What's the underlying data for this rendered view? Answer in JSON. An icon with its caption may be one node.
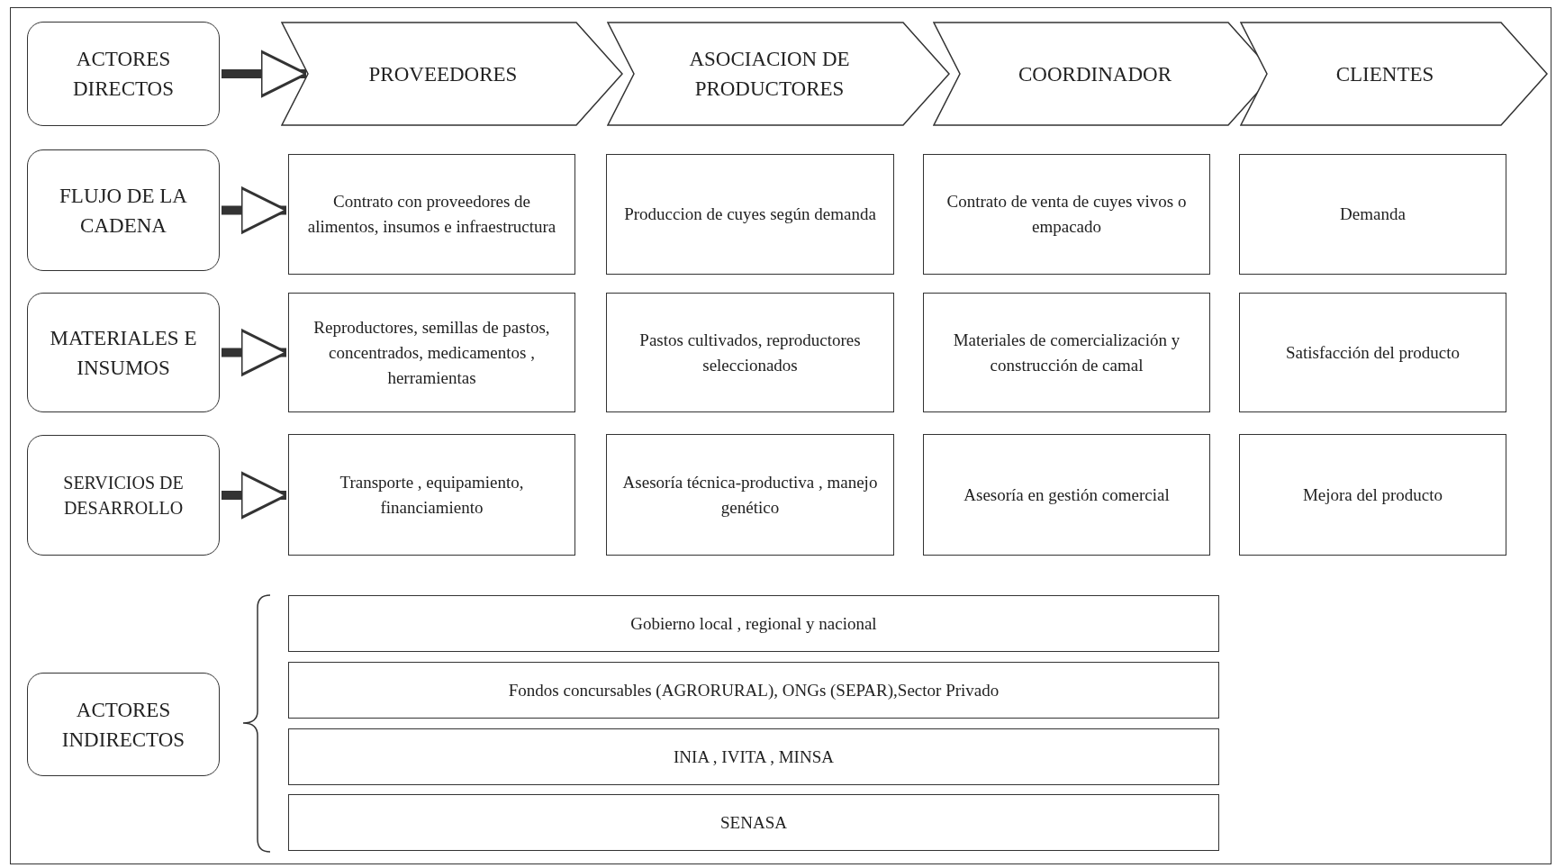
{
  "diagram": {
    "nodes": [
      {
        "text": [
          "ACTORES DIRECTOS"
        ]
      },
      {
        "text": [
          "PROVEEDORES"
        ]
      },
      {
        "text": [
          "ASOCIACION DE PRODUCTORES"
        ]
      },
      {
        "text": [
          "COORDINADOR"
        ]
      },
      {
        "text": [
          "CLIENTES"
        ]
      },
      {
        "text": [
          "FLUJO DE LA CADENA"
        ]
      },
      {
        "text": [
          "Contrato con proveedores de alimentos, insumos e infraestructura"
        ]
      },
      {
        "text": [
          "Produccion de cuyes según demanda"
        ]
      },
      {
        "text": [
          "Contrato de venta de cuyes vivos o empacado"
        ]
      },
      {
        "text": [
          "Demanda"
        ]
      },
      {
        "text": [
          "MATERIALES E INSUMOS"
        ]
      },
      {
        "text": [
          "Reproductores, semillas de pastos, concentrados, medicamentos , herramientas"
        ]
      },
      {
        "text": [
          "Pastos cultivados, reproductores seleccionados"
        ]
      },
      {
        "text": [
          "Materiales de comercialización y construcción de camal"
        ]
      },
      {
        "text": [
          "Satisfacción del producto"
        ]
      },
      {
        "text": [
          "SERVICIOS DE DESARROLLO"
        ]
      },
      {
        "text": [
          "Transporte , equipamiento, financiamiento"
        ]
      },
      {
        "text": [
          "Asesoría técnica-productiva , manejo genético"
        ]
      },
      {
        "text": [
          "Asesoría en gestión comercial"
        ]
      },
      {
        "text": [
          "Mejora del producto"
        ]
      },
      {
        "text": [
          "ACTORES INDIRECTOS"
        ]
      },
      {
        "text": [
          "Gobierno local , regional y nacional"
        ]
      },
      {
        "text": [
          "Fondos concursables (AGRORURAL), ONGs (SEPAR),Sector Privado"
        ]
      },
      {
        "text": [
          "INIA , IVITA , MINSA"
        ]
      },
      {
        "text": [
          "SENASA"
        ]
      }
    ],
    "edges": [
      {
        "from": 0,
        "to": 1,
        "arrow": "to"
      },
      {
        "from": 5,
        "to": 6,
        "arrow": "to"
      },
      {
        "from": 10,
        "to": 11,
        "arrow": "to"
      },
      {
        "from": 15,
        "to": 16,
        "arrow": "to"
      }
    ]
  }
}
